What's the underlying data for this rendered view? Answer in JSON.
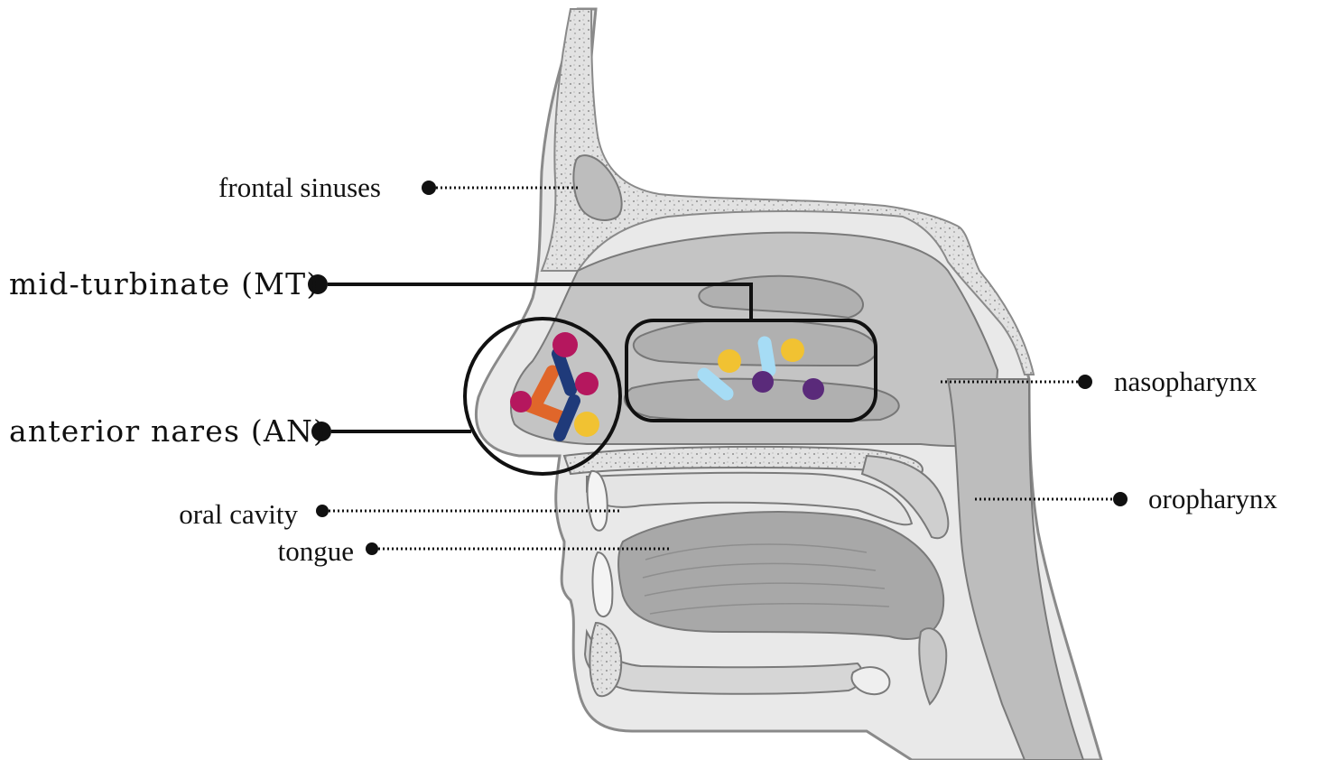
{
  "labels": {
    "frontal_sinuses": "frontal sinuses",
    "mid_turbinate": "mid-turbinate (MT)",
    "anterior_nares": "anterior nares (AN)",
    "oral_cavity": "oral cavity",
    "tongue": "tongue",
    "nasopharynx": "nasopharynx",
    "oropharynx": "oropharynx"
  },
  "colors": {
    "bone_light": "#e9e9e9",
    "tissue_mid": "#c8c8c8",
    "tissue_dark": "#9a9a9a",
    "outline": "#7a7a7a",
    "leader": "#111111",
    "particle_magenta": "#b5175e",
    "particle_orange": "#e0662a",
    "particle_navy": "#1f3a7a",
    "particle_yellow": "#f1c232",
    "particle_lightblue": "#a6dcf5",
    "particle_purple": "#5a2a7a"
  }
}
